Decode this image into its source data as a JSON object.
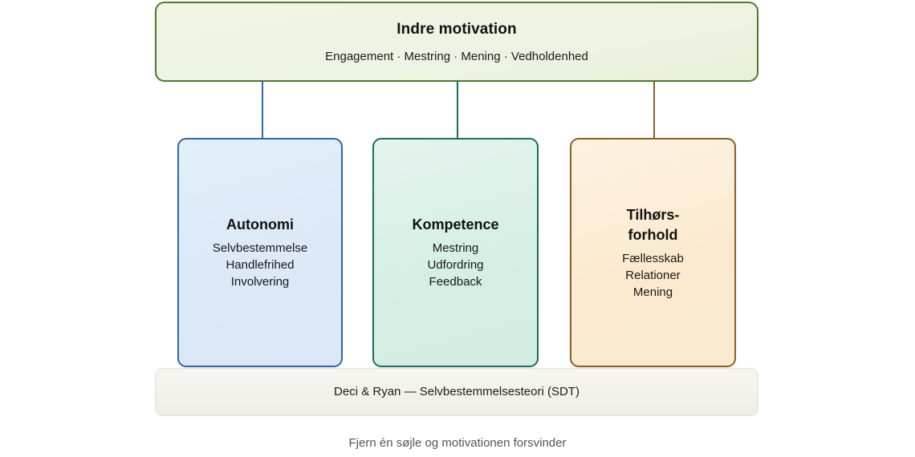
{
  "diagram": {
    "crown": {
      "title": "Indre motivation",
      "subtitle": "Engagement · Mestring · Mening · Vedholdenhed",
      "border_color": "#4e7a2e",
      "fill_color": "#eef4e4"
    },
    "connectors": [
      {
        "name": "connector-autonomi",
        "color": "#2f68a8"
      },
      {
        "name": "connector-kompetence",
        "color": "#1d6e62"
      },
      {
        "name": "connector-tilhorsforhold",
        "color": "#8a5f24"
      }
    ],
    "pillars": [
      {
        "title": "Autonomi",
        "items": [
          "Selvbestemmelse",
          "Handlefrihed",
          "Involvering"
        ],
        "border_color": "#2f68a8",
        "fill_color": "#dce9f7"
      },
      {
        "title": "Kompetence",
        "items": [
          "Mestring",
          "Udfordring",
          "Feedback"
        ],
        "border_color": "#1d6e62",
        "fill_color": "#d6efe4"
      },
      {
        "title": "Tilhørs-forhold",
        "items": [
          "Fællesskab",
          "Relationer",
          "Mening"
        ],
        "border_color": "#8a5f24",
        "fill_color": "#fbeacf"
      }
    ],
    "footer_bar": {
      "text": "Deci & Ryan — Selvbestemmelsesteori (SDT)",
      "fill_color": "#f3f1ea"
    },
    "caption": {
      "text": "Fjern én søjle og motivationen forsvinder",
      "color": "#555555"
    }
  }
}
